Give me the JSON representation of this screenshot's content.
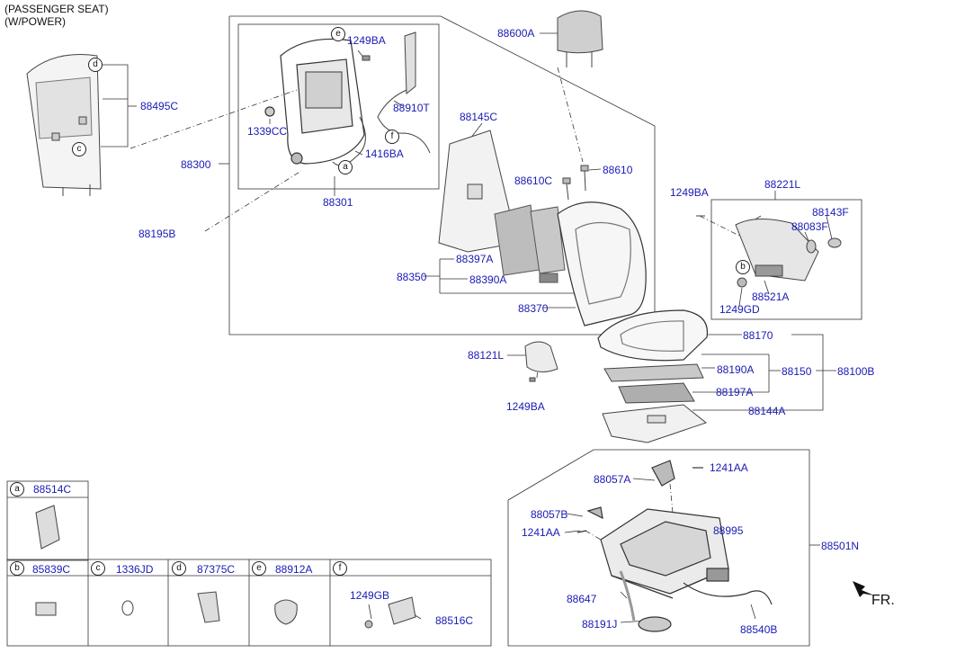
{
  "header": {
    "line1": "(PASSENGER SEAT)",
    "line2": "(W/POWER)"
  },
  "direction_label": "FR.",
  "labels": {
    "p88495C": "88495C",
    "p88300": "88300",
    "p88195B": "88195B",
    "p1249BA_top": "1249BA",
    "p88910T": "88910T",
    "p1339CC": "1339CC",
    "p1416BA": "1416BA",
    "p88301": "88301",
    "p88600A": "88600A",
    "p88145C": "88145C",
    "p88610C": "88610C",
    "p88610": "88610",
    "p88397A": "88397A",
    "p88350": "88350",
    "p88390A": "88390A",
    "p88370": "88370",
    "p1249BA_right": "1249BA",
    "p88221L": "88221L",
    "p88143F": "88143F",
    "p88083F": "88083F",
    "p88521A": "88521A",
    "p1249GD": "1249GD",
    "p88121L": "88121L",
    "p1249BA_mid": "1249BA",
    "p88170": "88170",
    "p88190A": "88190A",
    "p88150": "88150",
    "p88100B": "88100B",
    "p88197A": "88197A",
    "p88144A": "88144A",
    "p88057A": "88057A",
    "p1241AA_top": "1241AA",
    "p88057B": "88057B",
    "p1241AA_left": "1241AA",
    "p88995": "88995",
    "p88501N": "88501N",
    "p88647": "88647",
    "p88191J": "88191J",
    "p88540B": "88540B",
    "p1249GB": "1249GB",
    "p88516C": "88516C"
  },
  "callouts": {
    "d_top": "d",
    "c_back": "c",
    "e_frame": "e",
    "f_frame": "f",
    "a_frame": "a",
    "b_cushion": "b"
  },
  "legend": {
    "a": {
      "letter": "a",
      "part": "88514C"
    },
    "b": {
      "letter": "b",
      "part": "85839C"
    },
    "c": {
      "letter": "c",
      "part": "1336JD"
    },
    "d": {
      "letter": "d",
      "part": "87375C"
    },
    "e": {
      "letter": "e",
      "part": "88912A"
    },
    "f": {
      "letter": "f"
    }
  }
}
